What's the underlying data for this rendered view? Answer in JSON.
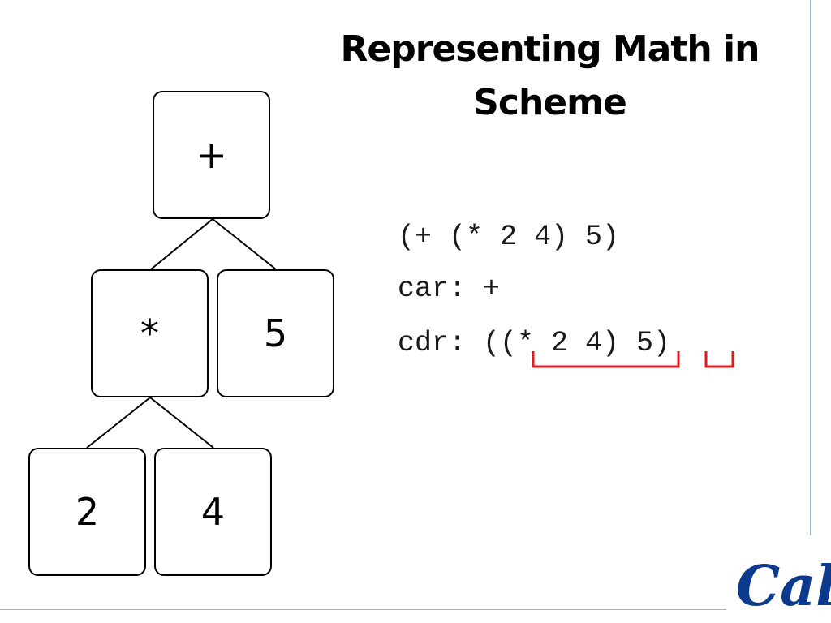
{
  "slide": {
    "title_line1": "Representing Math in",
    "title_line2": "Scheme"
  },
  "tree": {
    "root": "+",
    "left_child": "*",
    "right_child": "5",
    "left_left": "2",
    "left_right": "4"
  },
  "code": {
    "expression": "(+ (* 2 4) 5)",
    "car_line": "car: +",
    "cdr_line": "cdr: ((* 2 4) 5)"
  },
  "colors": {
    "bracket": "#e0191b",
    "rule": "#9fb4c8",
    "logo": "#0b3a8c"
  },
  "logo": {
    "text": "Cal",
    "icon": "cal-logo-icon"
  }
}
